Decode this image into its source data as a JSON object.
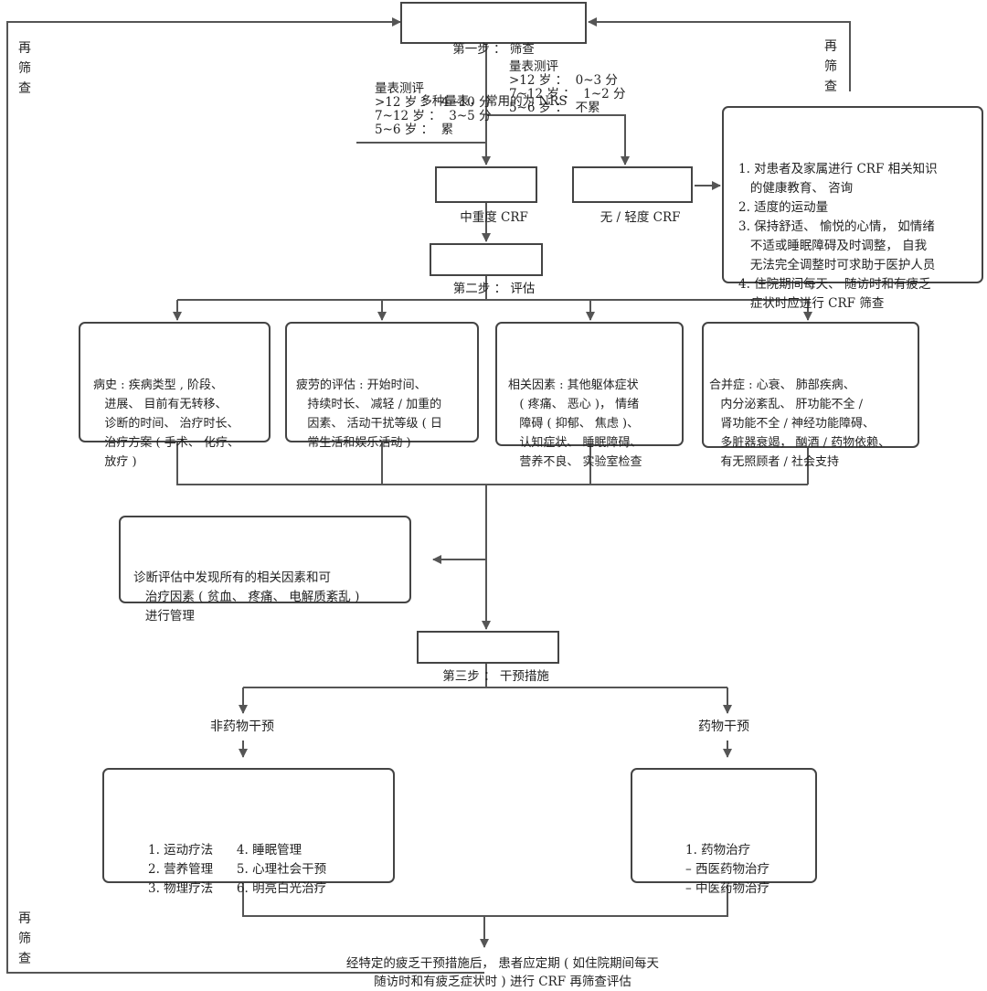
{
  "step1": {
    "title": "第一步 ： 筛查",
    "subtitle": "多种量表， 常用的为 NRS"
  },
  "scale_left": {
    "lines": "量表测评\n>12 岁 ：  4~10 分\n7~12 岁 ：  3~5 分\n5~6 岁 ：  累"
  },
  "scale_right": {
    "lines": "量表测评\n>12 岁 ：  0~3 分\n7~12 岁 ：  1~2 分\n5~6 岁 ：  不累"
  },
  "moderate": {
    "label": "中重度 CRF"
  },
  "mild": {
    "label": "无 / 轻度 CRF"
  },
  "advice": {
    "lines": "1. 对患者及家属进行 CRF 相关知识\n   的健康教育、 咨询\n2. 适度的运动量\n3. 保持舒适、 愉悦的心情， 如情绪\n   不适或睡眠障碍及时调整， 自我\n   无法完全调整时可求助于医护人员\n4. 住院期间每天、 随访时和有疲乏\n   症状时应进行 CRF 筛查"
  },
  "rescreen": {
    "label": "再\n筛\n查"
  },
  "step2": {
    "title": "第二步 ： 评估"
  },
  "assessments": [
    {
      "text": "病史 : 疾病类型 , 阶段、\n   进展、 目前有无转移、\n   诊断的时间、 治疗时长、\n   治疗方案 ( 手术、 化疗、\n   放疗 )"
    },
    {
      "text": "疲劳的评估 : 开始时间、\n   持续时长、 减轻 / 加重的\n   因素、 活动干扰等级 ( 日\n   常生活和娱乐活动 )"
    },
    {
      "text": "相关因素 : 其他躯体症状\n   ( 疼痛、 恶心 )， 情绪\n   障碍 ( 抑郁、 焦虑 )、\n   认知症状、 睡眠障碍、\n   营养不良、 实验室检查"
    },
    {
      "text": "合并症 : 心衰、 肺部疾病、\n   内分泌紊乱、 肝功能不全 /\n   肾功能不全 / 神经功能障碍、\n   多脏器衰竭， 酗酒 / 药物依赖、\n   有无照顾者 / 社会支持"
    }
  ],
  "diagnosis_box": {
    "text": "诊断评估中发现所有的相关因素和可\n   治疗因素 ( 贫血、 疼痛、 电解质紊乱 )\n   进行管理"
  },
  "step3": {
    "title": "第三步 ： 干预措施"
  },
  "non_drug": {
    "title": "非药物干预",
    "items": "1. 运动疗法      4. 睡眠管理\n2. 营养管理      5. 心理社会干预\n3. 物理疗法      6. 明亮白光治疗"
  },
  "drug": {
    "title": "药物干预",
    "items": "1. 药物治疗\n– 西医药物治疗\n– 中医药物治疗"
  },
  "final": {
    "text": "经特定的疲乏干预措施后， 患者应定期 ( 如住院期间每天\n随访时和有疲乏症状时 ) 进行 CRF 再筛查评估"
  }
}
